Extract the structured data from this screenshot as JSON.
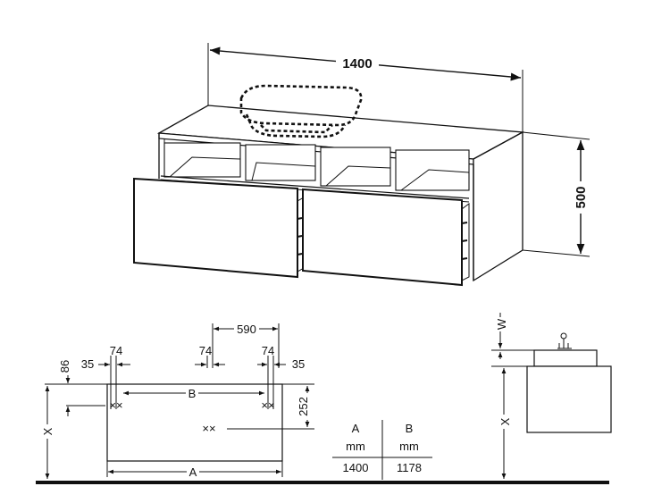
{
  "top_view": {
    "width_label": "1400",
    "height_label": "500"
  },
  "plan_view": {
    "dim_590": "590",
    "dim_74_left": "74",
    "dim_74_mid": "74",
    "dim_74_right": "74",
    "dim_35_left": "35",
    "dim_35_right": "35",
    "dim_86": "86",
    "dim_252": "252",
    "label_B": "B",
    "label_A": "A",
    "label_X": "X",
    "mark_xx": "××"
  },
  "side_view": {
    "label_W": "W",
    "label_X": "X"
  },
  "table": {
    "headers": [
      "A",
      "B"
    ],
    "units": [
      "mm",
      "mm"
    ],
    "values": [
      "1400",
      "1178"
    ]
  }
}
